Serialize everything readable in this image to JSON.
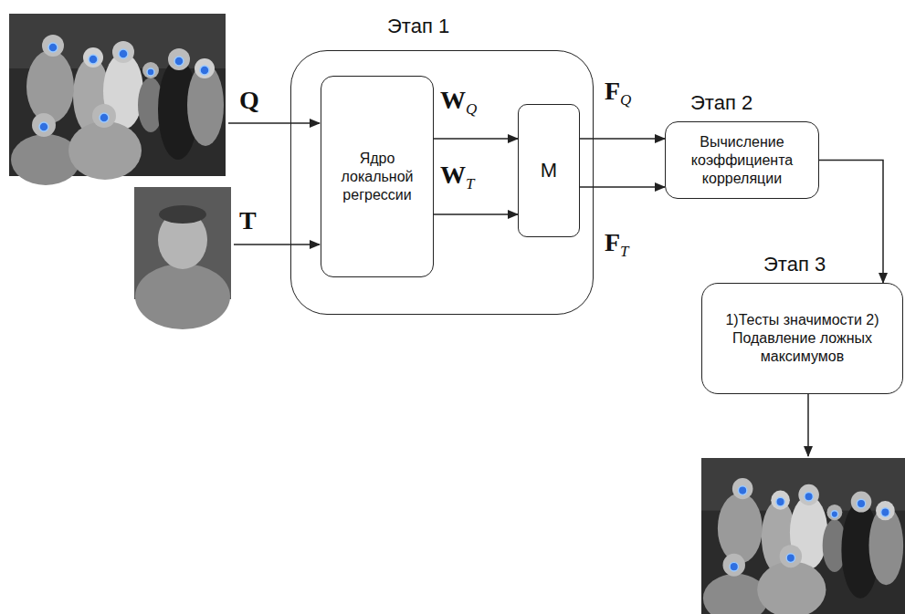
{
  "diagram": {
    "nodes": [
      {
        "text": [
          "Этап 1"
        ]
      },
      {
        "text": [
          "Ядро локальной регрессии"
        ],
        "in": 0
      },
      {
        "text": [
          "M"
        ],
        "in": 0
      },
      {
        "text": [
          "Этап 2",
          "Вычисление коэффициента корреляции"
        ]
      },
      {
        "text": [
          "Этап 3",
          "1)Тесты значимости 2) Подавление ложных максимумов"
        ]
      }
    ],
    "edges": [
      {
        "from": 1,
        "to": 2,
        "arrow": "to",
        "label": "WQ"
      },
      {
        "from": 1,
        "to": 2,
        "arrow": "to",
        "label": "WT"
      },
      {
        "from": 2,
        "to": 3,
        "arrow": "to",
        "label": "FQ"
      },
      {
        "from": 2,
        "to": 3,
        "arrow": "to",
        "label": "FT"
      },
      {
        "from": 3,
        "to": 4,
        "arrow": "to"
      }
    ],
    "labels": [
      "Q",
      "T"
    ]
  }
}
